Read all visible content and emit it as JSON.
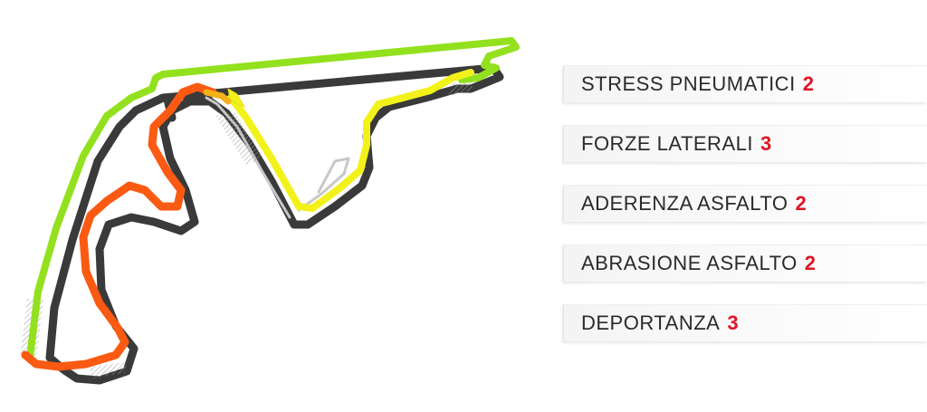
{
  "colors": {
    "text": "#2a2a2a",
    "rating": "#e01423",
    "track_base": "#3a3a3a",
    "sector_green": "#93e11e",
    "sector_yellow": "#f2f21a",
    "sector_orange": "#fb5a12"
  },
  "circuit": {
    "icon": "circuit-map-icon",
    "sectors": [
      "sector-green",
      "sector-yellow",
      "sector-orange"
    ]
  },
  "stats": [
    {
      "label": "STRESS PNEUMATICI",
      "value": "2"
    },
    {
      "label": "FORZE LATERALI",
      "value": "3"
    },
    {
      "label": "ADERENZA ASFALTO",
      "value": "2"
    },
    {
      "label": "ABRASIONE ASFALTO",
      "value": "2"
    },
    {
      "label": "DEPORTANZA",
      "value": "3"
    }
  ]
}
